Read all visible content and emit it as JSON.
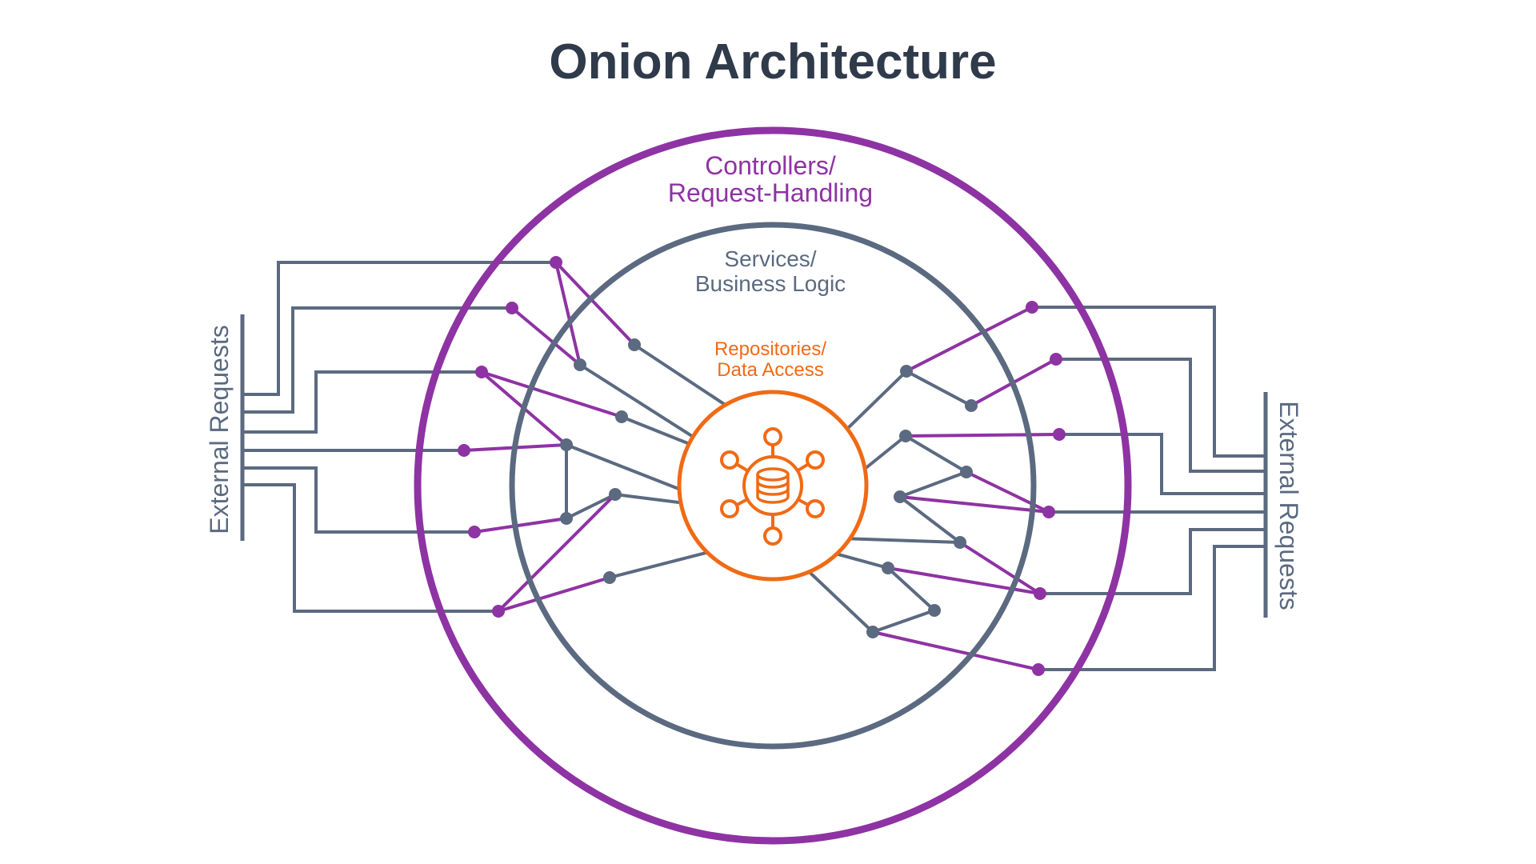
{
  "title": "Onion Architecture",
  "layers": {
    "outer": {
      "line1": "Controllers/",
      "line2": "Request-Handling"
    },
    "middle": {
      "line1": "Services/",
      "line2": "Business Logic"
    },
    "inner": {
      "line1": "Repositories/",
      "line2": "Data Access"
    }
  },
  "external": {
    "left": "External Requests",
    "right": "External Requests"
  },
  "core_icon": "database-icon",
  "colors": {
    "title": "#2f3a4a",
    "outer": "#8e33a3",
    "middle": "#5b6a80",
    "inner": "#f06a14"
  }
}
